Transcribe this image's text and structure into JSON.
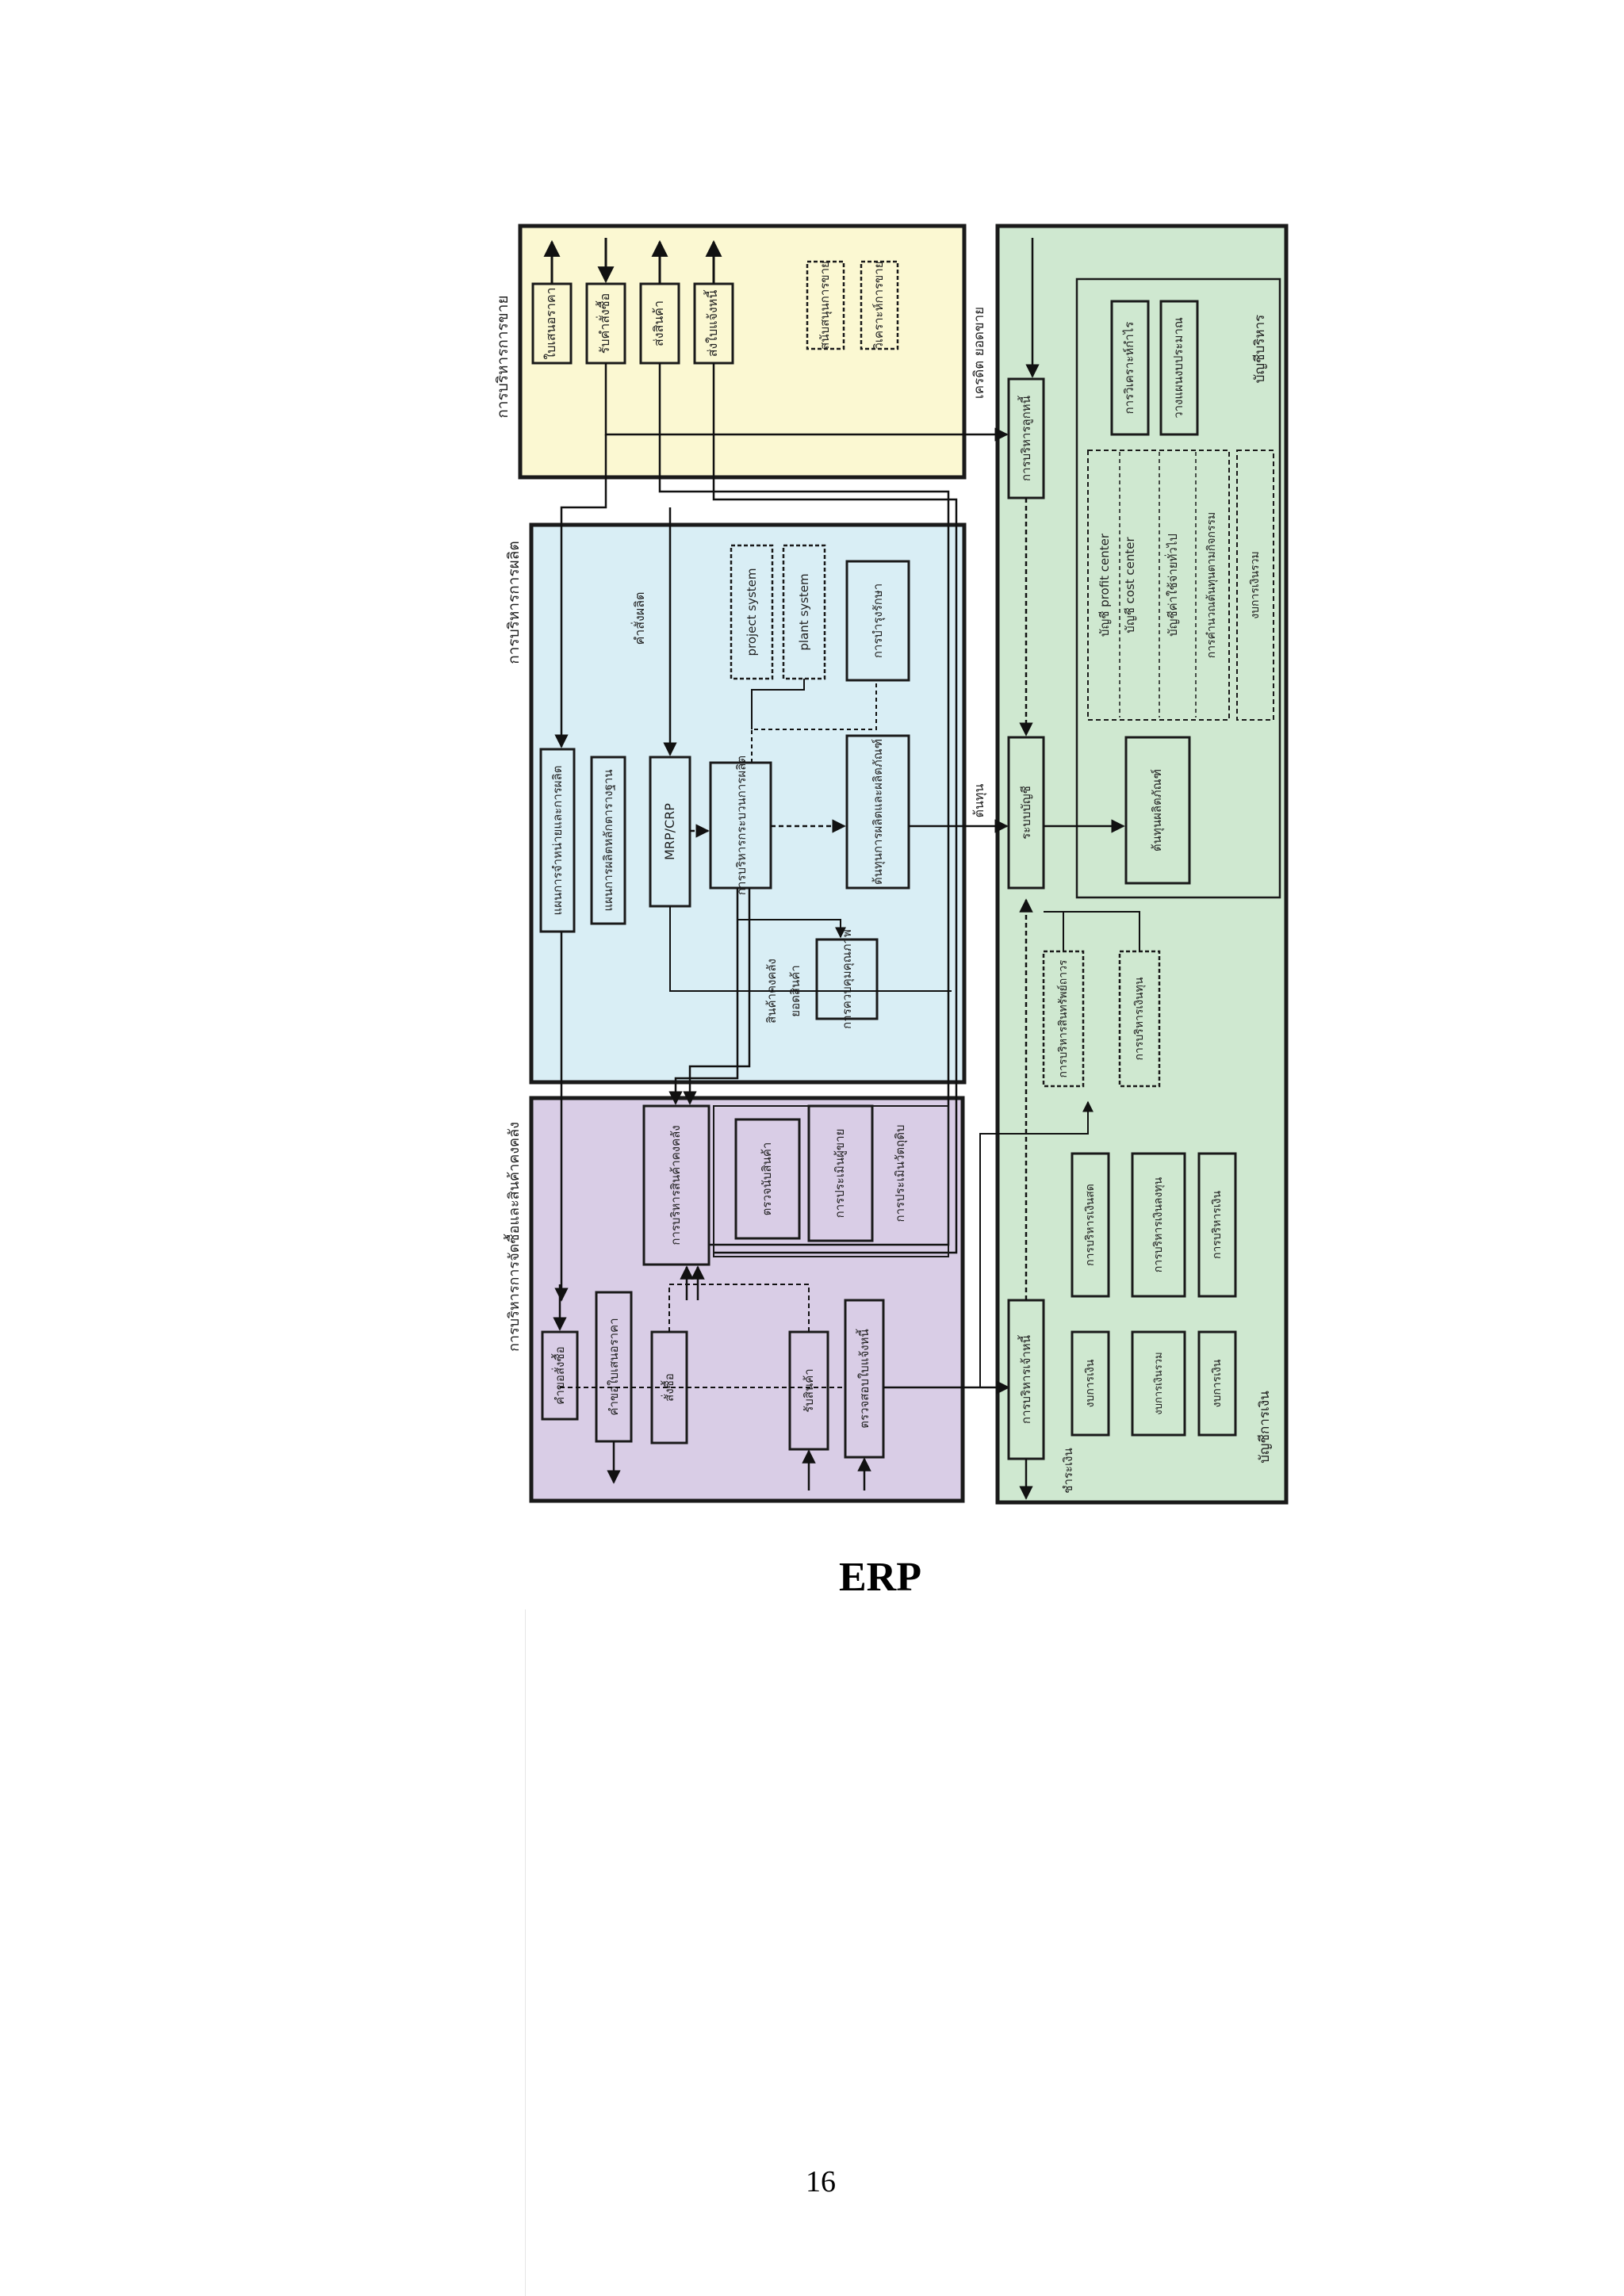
{
  "diagram": {
    "title": "ERP",
    "sections": {
      "sales": {
        "title": "การบริหารการขาย",
        "boxes": {
          "quotation": "ใบเสนอราคา",
          "order": "รับคำสั่งซื้อ",
          "delivery": "ส่งสินค้า",
          "invoice": "ส่งใบแจ้งหนี้",
          "support": "สนับสนุนการขาย",
          "analysis": "วิเคราะห์การขาย"
        },
        "flow_label": "เครดิต ยอดขาย"
      },
      "production": {
        "title": "การบริหารการผลิต",
        "boxes": {
          "planning": "แผนการจำหน่ายและการผลิต",
          "master": "แผนการผลิตหลักตารางฐาน",
          "mrp": "MRP/CRP",
          "process": "การบริหารกระบวนการผลิต",
          "cost": "ต้นทุนการผลิตและผลิตภัณฑ์",
          "quality": "การควบคุมคุณภาพ",
          "project": "project system",
          "plant": "plant system",
          "maintenance": "การบำรุงรักษา"
        },
        "labels": {
          "production_order": "คำสั่งผลิต",
          "material": "สินค้าคงคลัง",
          "inventory": "ยอดสินค้า"
        }
      },
      "purchasing": {
        "title": "การบริหารการจัดซื้อและสินค้าคงคลัง",
        "boxes": {
          "purchase_request": "คำขอสั่งซื้อ",
          "rfq": "คำขอใบเสนอราคา",
          "order": "สั่งซื้อ",
          "receive": "รับสินค้า",
          "invoice_check": "ตรวจสอบใบแจ้งหนี้",
          "inventory_mgmt": "การบริหารสินค้าคงคลัง",
          "stock_count": "ตรวจนับสินค้า",
          "vendor_eval": "การประเมินผู้ขาย",
          "material_eval": "การประเมินวัตถุดิบ"
        }
      },
      "accounting": {
        "labels": {
          "cost_flow": "ต้นทุน",
          "payment": "ชำระเงิน"
        },
        "boxes": {
          "receivable": "การบริหารลูกหนี้",
          "payable": "การบริหารเจ้าหนี้",
          "ledger": "ระบบบัญชี",
          "product_cost": "ต้นทุนผลิตภัณฑ์",
          "profit_center": "บัญชี profit center",
          "cost_center": "บัญชี cost center",
          "overhead": "บัญชีค่าใช้จ่ายทั่วไป",
          "activity": "การคำนวณต้นทุนตามกิจกรรม",
          "profit_analysis": "การวิเคราะห์กำไร",
          "budget": "วางแผนงบประมาณ",
          "mgmt_accounting": "บัญชีบริหาร",
          "asset": "การบริหารสินทรัพย์ถาวร",
          "fund": "การบริหารเงินทุน",
          "cash": "การบริหารเงินสด",
          "investment": "การบริหารเงินลงทุน",
          "treasury": "การบริหารเงิน",
          "financial_statement": "งบการเงิน",
          "consolidation": "งบการเงินรวม",
          "fin_accounting": "บัญชีการเงิน"
        }
      }
    }
  },
  "page": {
    "number": "16"
  },
  "colors": {
    "sales": "#fbf8d2",
    "production": "#d9eef5",
    "purchasing": "#d9cde6",
    "accounting": "#cfe8d0",
    "border": "#1a1a1a"
  }
}
